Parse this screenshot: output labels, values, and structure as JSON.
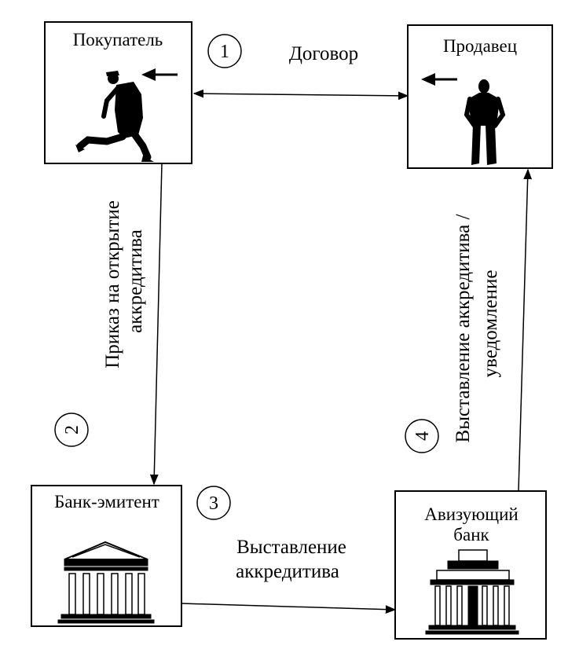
{
  "nodes": {
    "buyer": {
      "label": "Покупатель",
      "icon": "walking-man-icon"
    },
    "seller": {
      "label": "Продавец",
      "icon": "standing-man-icon"
    },
    "issuing_bank": {
      "label": "Банк-эмитент",
      "icon": "bank-building-icon"
    },
    "advising_bank": {
      "label_line1": "Авизующий",
      "label_line2": "банк",
      "icon": "bank-building-icon"
    }
  },
  "edges": {
    "contract": {
      "step": "1",
      "label": "Договор"
    },
    "order": {
      "step": "2",
      "label_line1": "Приказ на открытие",
      "label_line2": "аккредитива"
    },
    "issue": {
      "step": "3",
      "label_line1": "Выставление",
      "label_line2": "аккредитива"
    },
    "notify": {
      "step": "4",
      "label_line1": "Выставление аккредитива /",
      "label_line2": "уведомление"
    }
  },
  "colors": {
    "ink": "#000000",
    "background": "#ffffff"
  }
}
